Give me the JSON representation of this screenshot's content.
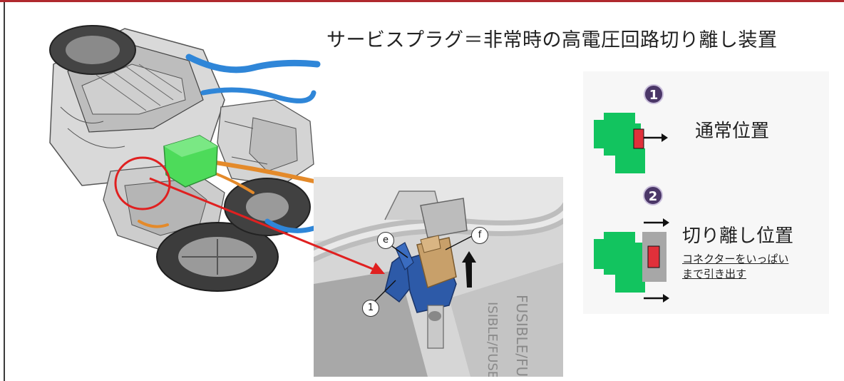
{
  "title": "サービスプラグ＝非常時の高電圧回路切り離し装置",
  "states": [
    {
      "number": "1",
      "label": "通常位置"
    },
    {
      "number": "2",
      "label": "切り離し位置",
      "note_line1": "コネクターをいっぱい",
      "note_line2": "まで引き出す"
    }
  ],
  "callouts": {
    "e": "e",
    "f": "f",
    "one": "1"
  },
  "photo_text": {
    "left": "ISIBLE/FUSE",
    "right": "FUSIBLE/FU"
  },
  "colors": {
    "plug_green": "#12c45f",
    "plug_red": "#e0303a",
    "plug_gray": "#a7a7a7",
    "arrow_red": "#e02020",
    "badge_purple": "#4b3768",
    "connector_tan": "#c8a06a",
    "connector_blue": "#2d5aa8",
    "hose_blue": "#2f86d8",
    "hose_orange": "#e48a2a",
    "highlight_green": "#4ddb5a"
  }
}
